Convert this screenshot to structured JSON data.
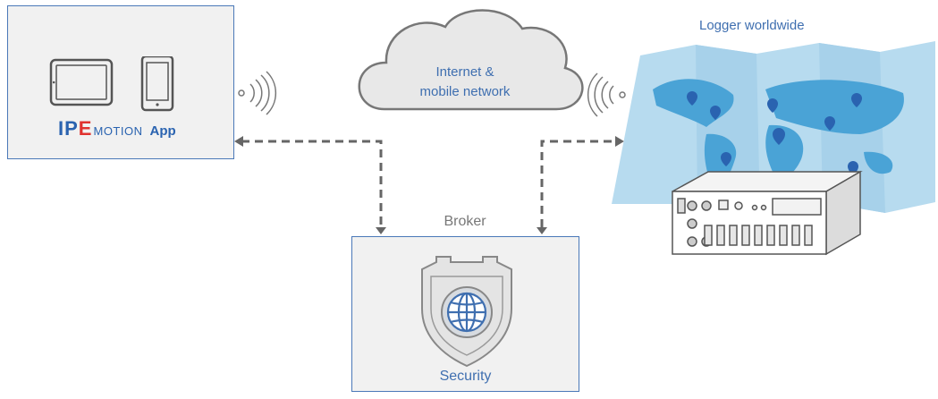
{
  "app_box": {
    "brand_ip": "IP",
    "brand_e": "E",
    "brand_motion": "MOTION",
    "brand_app": "App",
    "brand_red": "#e0322f",
    "brand_blue": "#2a63b0"
  },
  "cloud": {
    "line1": "Internet &",
    "line2": "mobile network"
  },
  "logger": {
    "title": "Logger worldwide"
  },
  "broker": {
    "label": "Broker",
    "security_label": "Security"
  },
  "colors": {
    "accent_blue": "#4a78b8",
    "text_blue": "#3f6fb0",
    "arrow_gray": "#666666",
    "map_blue": "#4aa3d6",
    "box_fill": "#f1f1f1"
  }
}
